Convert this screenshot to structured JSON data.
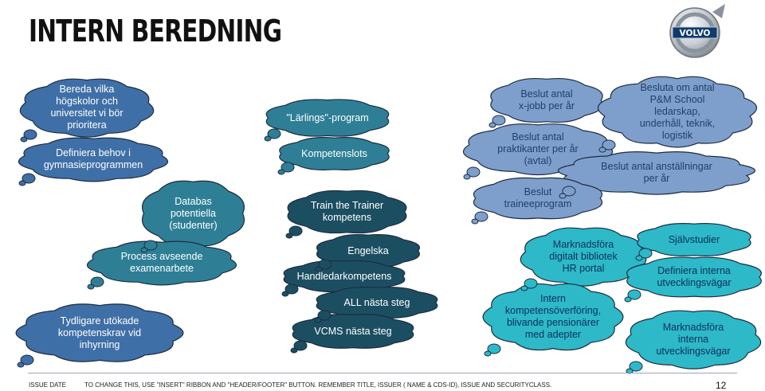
{
  "page": {
    "title": "INTERN BEREDNING",
    "logo_text": "VOLVO",
    "footer": {
      "issue_date": "ISSUE DATE",
      "note": "TO CHANGE THIS, USE \"INSERT\" RIBBON AND \"HEADER/FOOTER\" BUTTON. REMEMBER TITLE, ISSUER ( NAME & CDS-ID), ISSUE AND SECURITYCLASS.",
      "page_number": "12"
    }
  },
  "colors": {
    "blue": "#3f6fa7",
    "light_blue": "#7e9fcc",
    "teal": "#2e7f96",
    "dark_teal": "#1c4e62",
    "aqua": "#2db9c8",
    "cloud_outline": "#1d2c40"
  },
  "clouds": [
    {
      "id": "bereda",
      "text": "Bereda vilka\nhögskolor och\nuniversitet vi bör\nprioritera",
      "style": "blue"
    },
    {
      "id": "definiera-behov",
      "text": "Definiera behov i\ngymnasieprogrammen",
      "style": "blue"
    },
    {
      "id": "databas",
      "text": "Databas\npotentiella\n(studenter)",
      "style": "teal"
    },
    {
      "id": "process",
      "text": "Process avseende\nexamenarbete",
      "style": "teal"
    },
    {
      "id": "tydligare",
      "text": "Tydligare utökade\nkompetenskrav vid\ninhyrning",
      "style": "blue"
    },
    {
      "id": "larlings",
      "text": "\"Lärlings\"-program",
      "style": "teal"
    },
    {
      "id": "kompetenslots",
      "text": "Kompetenslots",
      "style": "teal"
    },
    {
      "id": "train",
      "text": "Train the Trainer\nkompetens",
      "style": "dark_teal"
    },
    {
      "id": "engelska",
      "text": "Engelska",
      "style": "dark_teal"
    },
    {
      "id": "handledar",
      "text": "Handledarkompetens",
      "style": "dark_teal"
    },
    {
      "id": "all",
      "text": "ALL nästa steg",
      "style": "dark_teal"
    },
    {
      "id": "vcms",
      "text": "VCMS nästa steg",
      "style": "dark_teal"
    },
    {
      "id": "xjobb",
      "text": "Beslut antal\nx-jobb per år",
      "style": "light_blue"
    },
    {
      "id": "praktikanter",
      "text": "Beslut antal\npraktikanter per år\n(avtal)",
      "style": "light_blue"
    },
    {
      "id": "pm-school",
      "text": "Besluta om antal\nP&M School\nledarskap,\nunderhåll, teknik,\nlogistik",
      "style": "light_blue"
    },
    {
      "id": "anstallningar",
      "text": "Beslut antal anställningar\nper år",
      "style": "light_blue"
    },
    {
      "id": "trainee",
      "text": "Beslut\ntraineeprogram",
      "style": "light_blue"
    },
    {
      "id": "marknadsfora-digitalt",
      "text": "Marknadsföra\ndigitalt bibliotek\nHR portal",
      "style": "aqua"
    },
    {
      "id": "sjalvstudier",
      "text": "Självstudier",
      "style": "aqua"
    },
    {
      "id": "definiera-interna",
      "text": "Definiera interna\nutvecklingsvägar",
      "style": "aqua"
    },
    {
      "id": "intern-kompetens",
      "text": "Intern\nkompetensöverföring,\nblivande pensionärer\nmed adepter",
      "style": "aqua"
    },
    {
      "id": "marknadsfora-interna",
      "text": "Marknadsföra\ninterna\nutvecklingsvägar",
      "style": "aqua"
    }
  ]
}
